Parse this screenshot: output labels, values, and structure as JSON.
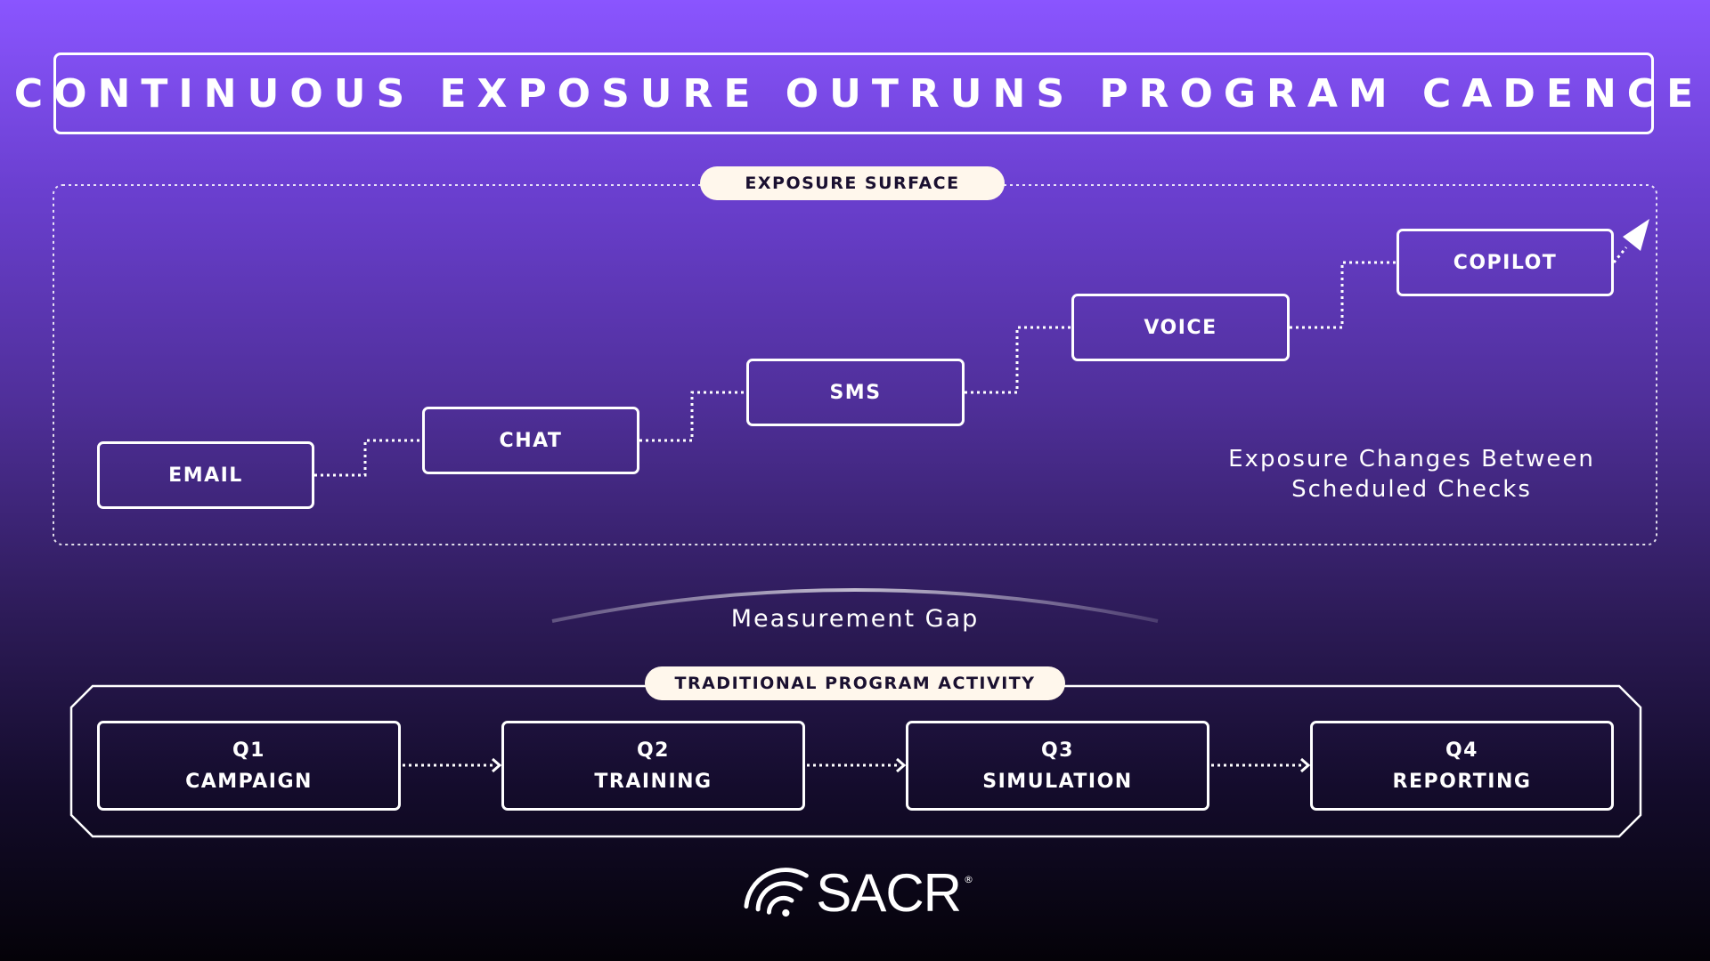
{
  "title": "CONTINUOUS EXPOSURE OUTRUNS PROGRAM CADENCE",
  "exposure_surface": {
    "label": "EXPOSURE SURFACE",
    "channels": [
      "EMAIL",
      "CHAT",
      "SMS",
      "VOICE",
      "COPILOT"
    ],
    "note_line1": "Exposure Changes Between",
    "note_line2": "Scheduled Checks"
  },
  "measurement_gap": "Measurement Gap",
  "program": {
    "label": "TRADITIONAL PROGRAM ACTIVITY",
    "quarters": [
      {
        "q": "Q1",
        "name": "CAMPAIGN"
      },
      {
        "q": "Q2",
        "name": "TRAINING"
      },
      {
        "q": "Q3",
        "name": "SIMULATION"
      },
      {
        "q": "Q4",
        "name": "REPORTING"
      }
    ]
  },
  "logo": {
    "text": "SACR",
    "mark": "®"
  },
  "colors": {
    "pill_bg": "#fff7ec",
    "pill_text": "#1a1030",
    "stroke": "#ffffff"
  }
}
